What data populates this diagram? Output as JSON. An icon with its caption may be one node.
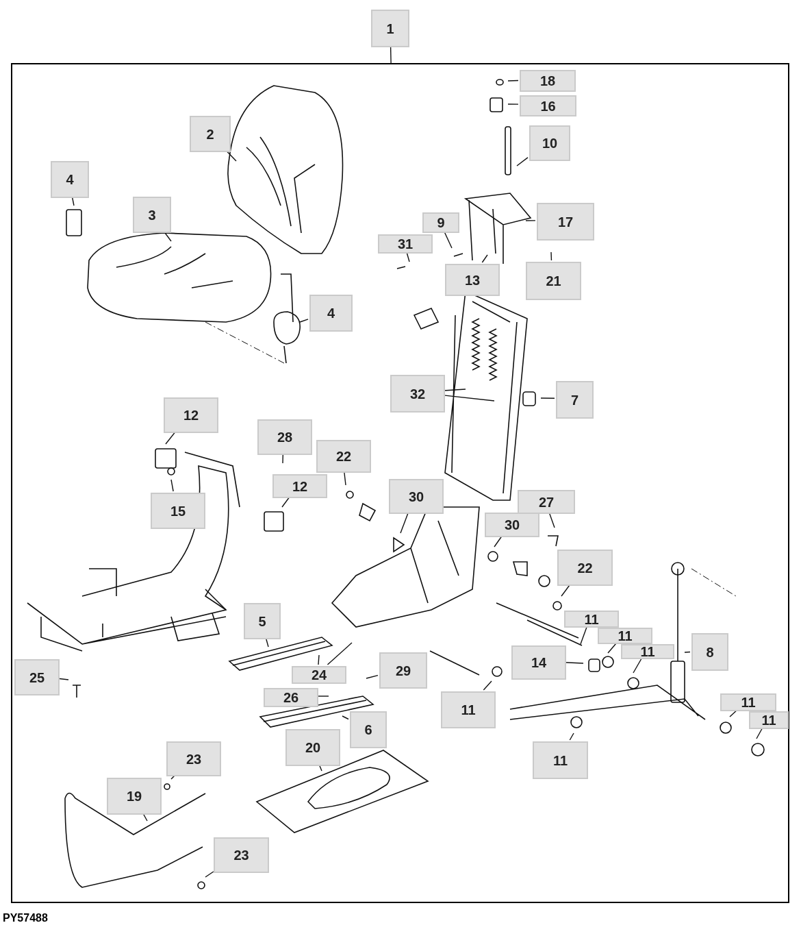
{
  "diagram": {
    "nodes": [
      {
        "text": [
          "1"
        ]
      },
      {
        "text": [],
        "shape": "box"
      },
      {
        "text": [
          "2"
        ],
        "in": 1
      },
      {
        "text": [
          "4"
        ],
        "in": 1
      },
      {
        "text": [
          "3"
        ],
        "in": 1
      },
      {
        "text": [
          "18"
        ],
        "in": 1
      },
      {
        "text": [
          "16"
        ],
        "in": 1
      },
      {
        "text": [
          "10"
        ],
        "in": 1
      },
      {
        "text": [
          "9"
        ],
        "in": 1
      },
      {
        "text": [
          "17"
        ],
        "in": 1
      },
      {
        "text": [
          "31"
        ],
        "in": 1
      },
      {
        "text": [
          "13"
        ],
        "in": 1
      },
      {
        "text": [
          "21"
        ],
        "in": 1
      },
      {
        "text": [
          "4"
        ],
        "in": 1
      },
      {
        "text": [
          "32"
        ],
        "in": 1
      },
      {
        "text": [
          "7"
        ],
        "in": 1
      },
      {
        "text": [
          "12"
        ],
        "in": 1
      },
      {
        "text": [
          "28"
        ],
        "in": 1
      },
      {
        "text": [
          "22"
        ],
        "in": 1
      },
      {
        "text": [
          "12"
        ],
        "in": 1
      },
      {
        "text": [
          "15"
        ],
        "in": 1
      },
      {
        "text": [
          "30"
        ],
        "in": 1
      },
      {
        "text": [
          "27"
        ],
        "in": 1
      },
      {
        "text": [
          "30"
        ],
        "in": 1
      },
      {
        "text": [
          "22"
        ],
        "in": 1
      },
      {
        "text": [
          "5"
        ],
        "in": 1
      },
      {
        "text": [
          "11"
        ],
        "in": 1
      },
      {
        "text": [
          "11"
        ],
        "in": 1
      },
      {
        "text": [
          "11"
        ],
        "in": 1
      },
      {
        "text": [
          "8"
        ],
        "in": 1
      },
      {
        "text": [
          "14"
        ],
        "in": 1
      },
      {
        "text": [
          "24"
        ],
        "in": 1
      },
      {
        "text": [
          "29"
        ],
        "in": 1
      },
      {
        "text": [
          "25"
        ],
        "in": 1
      },
      {
        "text": [
          "26"
        ],
        "in": 1
      },
      {
        "text": [
          "11"
        ],
        "in": 1
      },
      {
        "text": [
          "6"
        ],
        "in": 1
      },
      {
        "text": [
          "11"
        ],
        "in": 1
      },
      {
        "text": [
          "11"
        ],
        "in": 1
      },
      {
        "text": [
          "11"
        ],
        "in": 1
      },
      {
        "text": [
          "20"
        ],
        "in": 1
      },
      {
        "text": [
          "23"
        ],
        "in": 1
      },
      {
        "text": [
          "19"
        ],
        "in": 1
      },
      {
        "text": [
          "23"
        ],
        "in": 1
      }
    ],
    "edges": [
      {
        "from": 0,
        "to": 1,
        "arrow": "none"
      },
      {
        "from": 2,
        "to": null,
        "arrow": "none"
      },
      {
        "from": 3,
        "to": null,
        "arrow": "none"
      },
      {
        "from": 4,
        "to": null,
        "arrow": "none"
      },
      {
        "from": 5,
        "to": null,
        "arrow": "none"
      },
      {
        "from": 6,
        "to": null,
        "arrow": "none"
      },
      {
        "from": 7,
        "to": null,
        "arrow": "none"
      },
      {
        "from": 8,
        "to": null,
        "arrow": "none"
      },
      {
        "from": 9,
        "to": null,
        "arrow": "none"
      },
      {
        "from": 10,
        "to": null,
        "arrow": "none"
      },
      {
        "from": 11,
        "to": null,
        "arrow": "none"
      },
      {
        "from": 12,
        "to": null,
        "arrow": "none"
      },
      {
        "from": 13,
        "to": null,
        "arrow": "none"
      },
      {
        "from": 14,
        "to": null,
        "arrow": "none"
      },
      {
        "from": 14,
        "to": null,
        "arrow": "none"
      },
      {
        "from": 15,
        "to": null,
        "arrow": "none"
      },
      {
        "from": 16,
        "to": null,
        "arrow": "none"
      },
      {
        "from": 17,
        "to": null,
        "arrow": "none"
      },
      {
        "from": 18,
        "to": null,
        "arrow": "none"
      },
      {
        "from": 19,
        "to": null,
        "arrow": "none"
      },
      {
        "from": 20,
        "to": null,
        "arrow": "none"
      },
      {
        "from": 21,
        "to": null,
        "arrow": "none"
      },
      {
        "from": 22,
        "to": null,
        "arrow": "none"
      },
      {
        "from": 23,
        "to": null,
        "arrow": "none"
      },
      {
        "from": 24,
        "to": null,
        "arrow": "none"
      },
      {
        "from": 25,
        "to": null,
        "arrow": "none"
      },
      {
        "from": 26,
        "to": null,
        "arrow": "none"
      },
      {
        "from": 27,
        "to": null,
        "arrow": "none"
      },
      {
        "from": 28,
        "to": null,
        "arrow": "none"
      },
      {
        "from": 29,
        "to": null,
        "arrow": "none"
      },
      {
        "from": 30,
        "to": null,
        "arrow": "none"
      },
      {
        "from": 31,
        "to": null,
        "arrow": "none"
      },
      {
        "from": 31,
        "to": null,
        "arrow": "none"
      },
      {
        "from": 32,
        "to": null,
        "arrow": "none"
      },
      {
        "from": 33,
        "to": null,
        "arrow": "none"
      },
      {
        "from": 34,
        "to": null,
        "arrow": "none"
      },
      {
        "from": 35,
        "to": null,
        "arrow": "none"
      },
      {
        "from": 36,
        "to": null,
        "arrow": "none"
      },
      {
        "from": 37,
        "to": null,
        "arrow": "none"
      },
      {
        "from": 38,
        "to": null,
        "arrow": "none"
      },
      {
        "from": 39,
        "to": null,
        "arrow": "none"
      },
      {
        "from": 40,
        "to": null,
        "arrow": "none"
      },
      {
        "from": 41,
        "to": null,
        "arrow": "none"
      },
      {
        "from": 42,
        "to": null,
        "arrow": "none"
      },
      {
        "from": 43,
        "to": null,
        "arrow": "none"
      }
    ],
    "labels": [
      "PY57488"
    ]
  }
}
